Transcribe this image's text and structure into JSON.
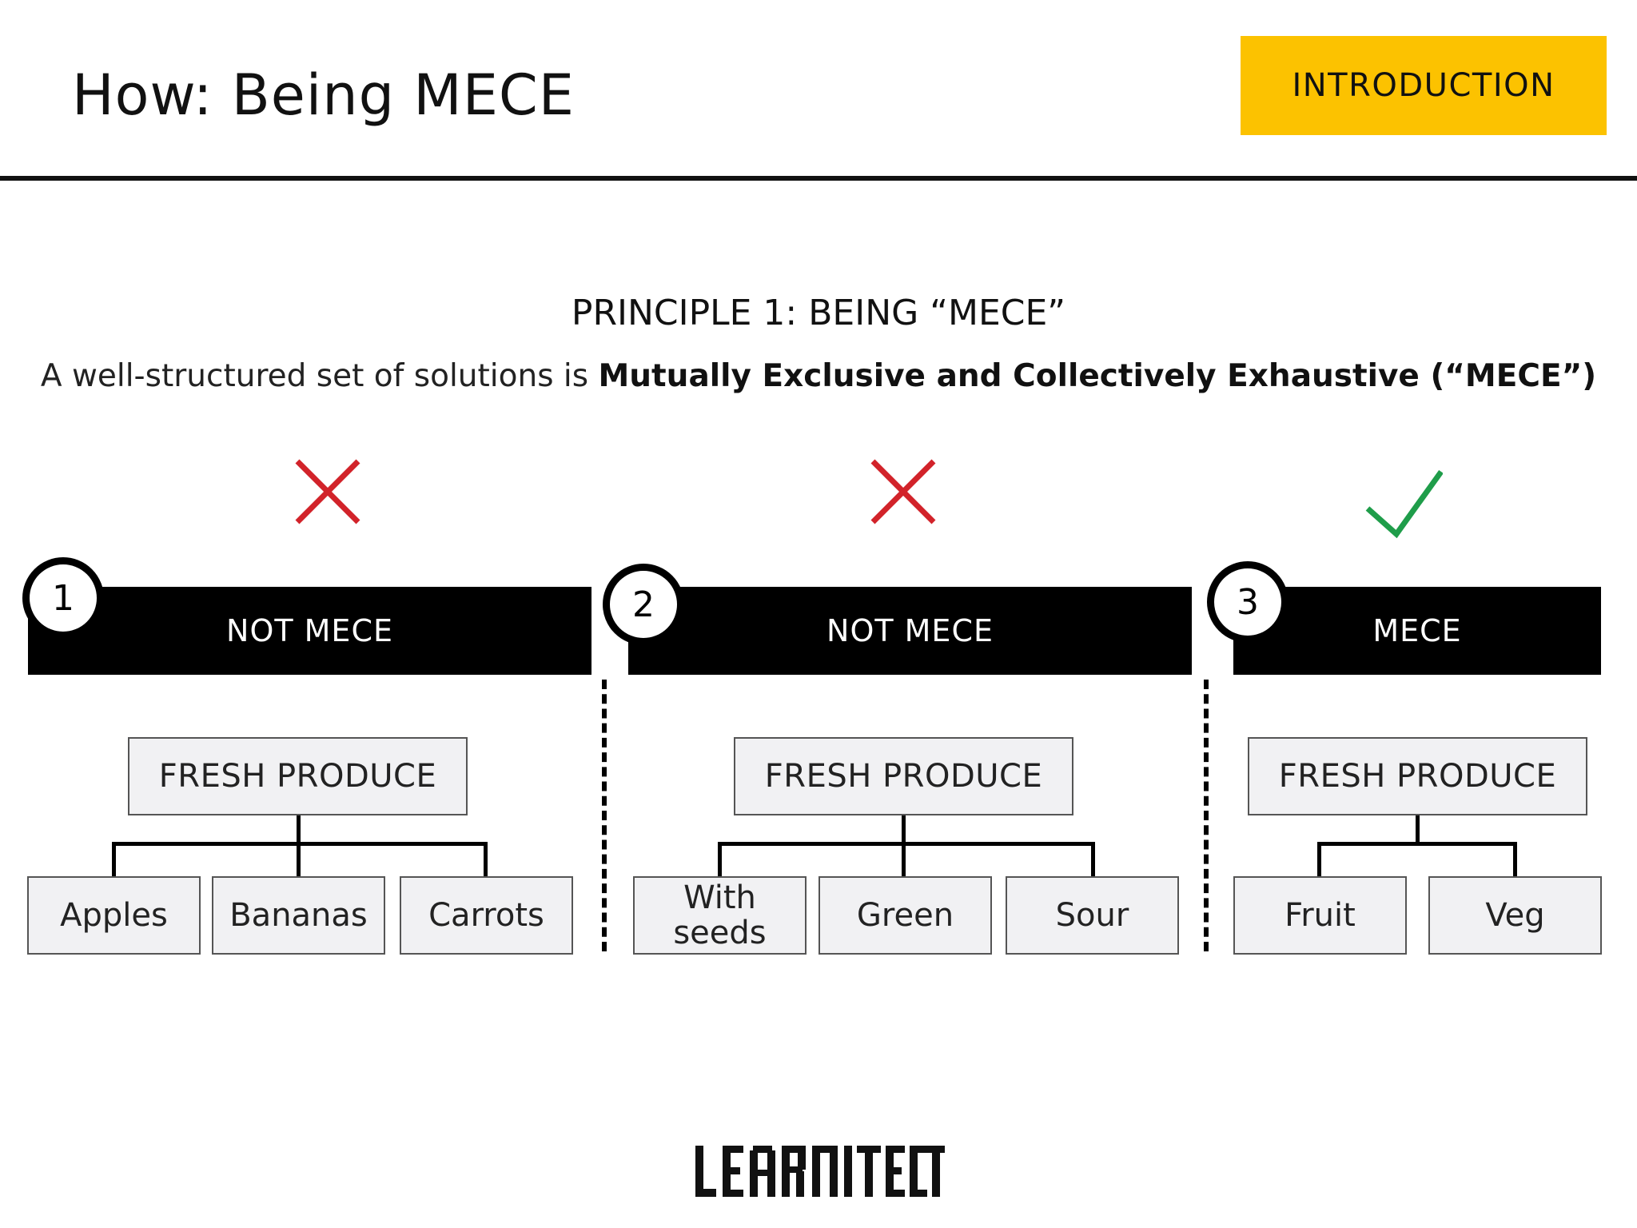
{
  "header": {
    "title": "How: Being MECE",
    "section_tag": "INTRODUCTION"
  },
  "principle": {
    "title": "PRINCIPLE 1: BEING “MECE”",
    "subtitle_plain": "A well-structured set of solutions is ",
    "subtitle_bold": "Mutually Exclusive and Collectively Exhaustive (“MECE”)"
  },
  "columns": [
    {
      "number": "1",
      "label": "NOT MECE",
      "verdict": "cross",
      "root": "FRESH PRODUCE",
      "children": [
        "Apples",
        "Bananas",
        "Carrots"
      ]
    },
    {
      "number": "2",
      "label": "NOT MECE",
      "verdict": "cross",
      "root": "FRESH PRODUCE",
      "children": [
        "With seeds",
        "Green",
        "Sour"
      ]
    },
    {
      "number": "3",
      "label": "MECE",
      "verdict": "check",
      "root": "FRESH PRODUCE",
      "children": [
        "Fruit",
        "Veg"
      ]
    }
  ],
  "icons": {
    "cross": "cross-icon",
    "check": "check-icon"
  },
  "colors": {
    "accent": "#fcc200",
    "cross": "#d2232a",
    "check": "#1f9d4a",
    "banner": "#000000"
  },
  "brand": "LEARNITECT"
}
